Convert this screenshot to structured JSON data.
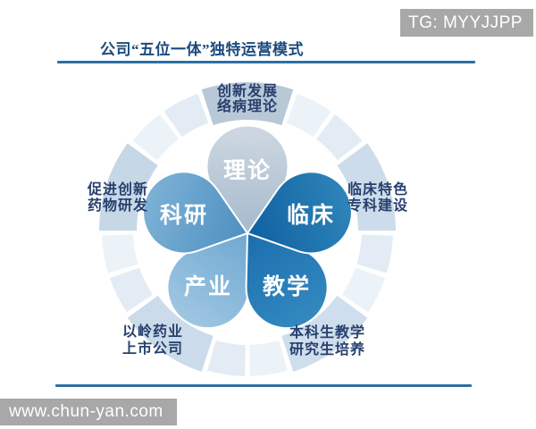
{
  "watermarks": {
    "top_right": "TG: MYYJJPP",
    "bottom_left": "www.chun-yan.com"
  },
  "title": "公司“五位一体”独特运营模式",
  "diagram": {
    "petals": [
      {
        "id": "theory",
        "label": "理论",
        "direction_deg": 0,
        "color_from": "#cfd8e1",
        "color_to": "#a5bacd"
      },
      {
        "id": "clinical",
        "label": "临床",
        "direction_deg": 72,
        "color_from": "#2f84ba",
        "color_to": "#0f61a0"
      },
      {
        "id": "teaching",
        "label": "教学",
        "direction_deg": 144,
        "color_from": "#3389c0",
        "color_to": "#1b6ead"
      },
      {
        "id": "industry",
        "label": "产业",
        "direction_deg": 216,
        "color_from": "#9fc6e2",
        "color_to": "#6fa9d1"
      },
      {
        "id": "research",
        "label": "科研",
        "direction_deg": 288,
        "color_from": "#7db1d6",
        "color_to": "#4e90c0"
      }
    ],
    "outer_labels": [
      {
        "position": "top",
        "lines": [
          "创新发展",
          "络病理论"
        ]
      },
      {
        "position": "right",
        "lines": [
          "临床特色",
          "专科建设"
        ]
      },
      {
        "position": "bottom_right",
        "lines": [
          "本科生教学",
          "研究生培养"
        ]
      },
      {
        "position": "bottom_left",
        "lines": [
          "以岭药业",
          "上市公司"
        ]
      },
      {
        "position": "left",
        "lines": [
          "促进创新",
          "药物研发"
        ]
      }
    ],
    "ring": {
      "arc_light": "#e3ecf4",
      "arc_lighter": "#ebf2f8",
      "patches": [
        "#b9c8d7",
        "#cddcea",
        "#cfdeec",
        "#cbdbe9",
        "#c6d7e6"
      ]
    },
    "label_color": "#27406e",
    "petal_label_color": "#ffffff"
  },
  "rule_color": "#2d6fa4",
  "watermark_bg": "#a8a8a8"
}
